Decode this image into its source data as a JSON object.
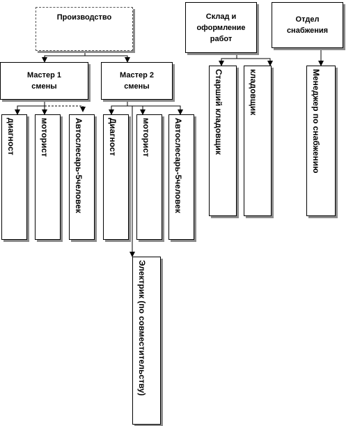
{
  "diagram": {
    "nodes": {
      "production": "Производство",
      "master1": "Мастер 1\nсмены",
      "master2": "Мастер 2\nсмены",
      "warehouse": "Склад и\nоформление\nработ",
      "supply_dept": "Отдел\nснабжения",
      "m1_diagnost": "диагност",
      "m1_motorist": "моторист",
      "m1_autoslesar": "Автослесарь-5человек",
      "m2_diagnost": "Диагност",
      "m2_motorist": "моторист",
      "m2_autoslesar": "Автослесарь-5человек",
      "electrician": "Электрик (по совместительству)",
      "senior_storekeeper": "Старший кладовщик",
      "storekeeper": "кладовщик",
      "supply_manager": "Менеджер по снабжению"
    }
  }
}
